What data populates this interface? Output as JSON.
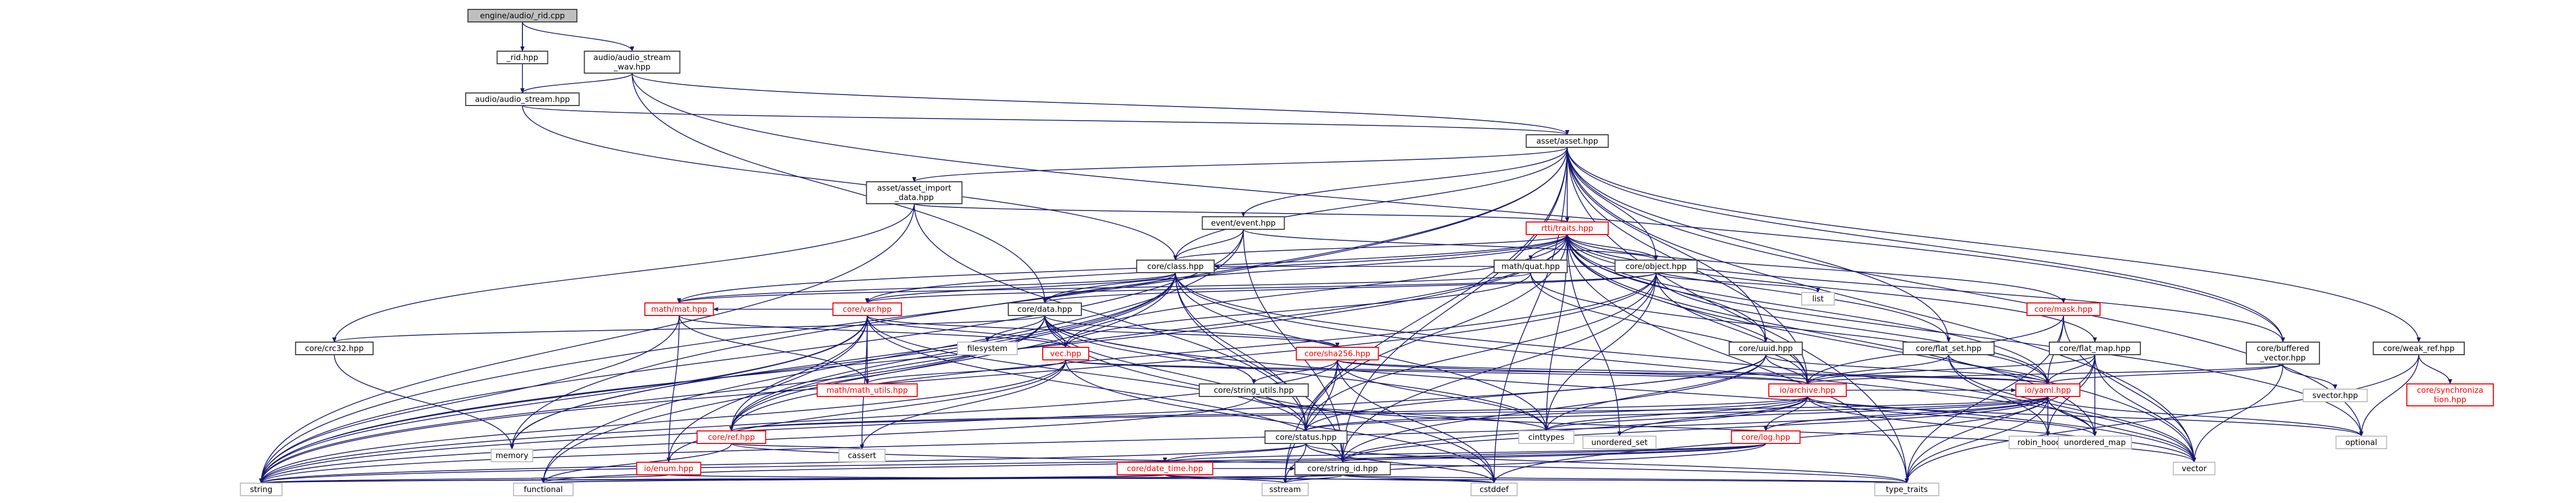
{
  "diagram": {
    "type": "include-dependency-graph",
    "colors": {
      "edge": "#191970",
      "node_border": "#404040",
      "root_fill": "#bfbfbf",
      "link_red": "#ff0000",
      "background": "#ffffff"
    },
    "nodes": [
      {
        "id": "root",
        "label": "engine/audio/_rid.cpp",
        "style": "root"
      },
      {
        "id": "rid",
        "label": "_rid.hpp",
        "style": "normal"
      },
      {
        "id": "wav",
        "label": "audio/audio_stream_wav.hpp",
        "style": "normal"
      },
      {
        "id": "stream",
        "label": "audio/audio_stream.hpp",
        "style": "normal"
      },
      {
        "id": "asset",
        "label": "asset/asset.hpp",
        "style": "normal"
      },
      {
        "id": "importdata",
        "label": "asset/asset_import_data.hpp",
        "style": "normal"
      },
      {
        "id": "event",
        "label": "event/event.hpp",
        "style": "normal"
      },
      {
        "id": "traits",
        "label": "rtti/traits.hpp",
        "style": "red"
      },
      {
        "id": "quat",
        "label": "math/quat.hpp",
        "style": "normal"
      },
      {
        "id": "object",
        "label": "core/object.hpp",
        "style": "normal"
      },
      {
        "id": "class",
        "label": "core/class.hpp",
        "style": "normal"
      },
      {
        "id": "data",
        "label": "core/data.hpp",
        "style": "normal"
      },
      {
        "id": "vararg",
        "label": "core/var.hpp",
        "style": "red"
      },
      {
        "id": "mat",
        "label": "math/mat.hpp",
        "style": "red"
      },
      {
        "id": "crc32",
        "label": "core/crc32.hpp",
        "style": "normal"
      },
      {
        "id": "vec",
        "label": "vec.hpp",
        "style": "red"
      },
      {
        "id": "mathutils",
        "label": "math/math_utils.hpp",
        "style": "red"
      },
      {
        "id": "sha",
        "label": "core/sha256.hpp",
        "style": "red"
      },
      {
        "id": "strutils",
        "label": "core/string_utils.hpp",
        "style": "normal"
      },
      {
        "id": "filesystem",
        "label": "filesystem",
        "style": "plain"
      },
      {
        "id": "uuid",
        "label": "core/uuid.hpp",
        "style": "normal"
      },
      {
        "id": "flatset",
        "label": "core/flat_set.hpp",
        "style": "normal"
      },
      {
        "id": "flatmap",
        "label": "core/flat_map.hpp",
        "style": "normal"
      },
      {
        "id": "mask",
        "label": "core/mask.hpp",
        "style": "red"
      },
      {
        "id": "list",
        "label": "list",
        "style": "plain"
      },
      {
        "id": "bufvec",
        "label": "core/buffered_vector.hpp",
        "style": "normal"
      },
      {
        "id": "svector",
        "label": "svector.hpp",
        "style": "plain"
      },
      {
        "id": "archive",
        "label": "io/archive.hpp",
        "style": "red"
      },
      {
        "id": "ioyaml",
        "label": "io/yaml.hpp",
        "style": "red"
      },
      {
        "id": "ref",
        "label": "core/ref.hpp",
        "style": "red"
      },
      {
        "id": "status",
        "label": "core/status.hpp",
        "style": "normal"
      },
      {
        "id": "log",
        "label": "core/log.hpp",
        "style": "red"
      },
      {
        "id": "enum",
        "label": "io/enum.hpp",
        "style": "red"
      },
      {
        "id": "datetime",
        "label": "core/date_time.hpp",
        "style": "red"
      },
      {
        "id": "strid",
        "label": "core/string_id.hpp",
        "style": "normal"
      },
      {
        "id": "robin",
        "label": "robin_hood.hpp",
        "style": "plain"
      },
      {
        "id": "weakref",
        "label": "core/weak_ref.hpp",
        "style": "normal"
      },
      {
        "id": "sync",
        "label": "core/synchronization.hpp",
        "style": "red"
      },
      {
        "id": "cinttypes",
        "label": "cinttypes",
        "style": "plain"
      },
      {
        "id": "memory",
        "label": "memory",
        "style": "plain"
      },
      {
        "id": "cassert",
        "label": "cassert",
        "style": "plain"
      },
      {
        "id": "unordered_set",
        "label": "unordered_set",
        "style": "plain"
      },
      {
        "id": "unordered_map",
        "label": "unordered_map",
        "style": "plain"
      },
      {
        "id": "optional",
        "label": "optional",
        "style": "plain"
      },
      {
        "id": "vector",
        "label": "vector",
        "style": "plain"
      },
      {
        "id": "string",
        "label": "string",
        "style": "plain"
      },
      {
        "id": "functional",
        "label": "functional",
        "style": "plain"
      },
      {
        "id": "sstream",
        "label": "sstream",
        "style": "plain"
      },
      {
        "id": "cstddef",
        "label": "cstddef",
        "style": "plain"
      },
      {
        "id": "type_traits",
        "label": "type_traits",
        "style": "plain"
      }
    ],
    "edges": [
      [
        "root",
        "rid"
      ],
      [
        "root",
        "wav"
      ],
      [
        "root",
        "stream"
      ],
      [
        "wav",
        "stream"
      ],
      [
        "wav",
        "asset"
      ],
      [
        "wav",
        "data"
      ],
      [
        "wav",
        "bufvec"
      ],
      [
        "stream",
        "asset"
      ],
      [
        "stream",
        "class"
      ],
      [
        "asset",
        "importdata"
      ],
      [
        "asset",
        "event"
      ],
      [
        "asset",
        "traits"
      ],
      [
        "asset",
        "object"
      ],
      [
        "asset",
        "class"
      ],
      [
        "asset",
        "uuid"
      ],
      [
        "asset",
        "flatset"
      ],
      [
        "asset",
        "bufvec"
      ],
      [
        "asset",
        "weakref"
      ],
      [
        "asset",
        "string"
      ],
      [
        "asset",
        "strid"
      ],
      [
        "asset",
        "sstream"
      ],
      [
        "asset",
        "type_traits"
      ],
      [
        "asset",
        "vector"
      ],
      [
        "asset",
        "optional"
      ],
      [
        "asset",
        "memory"
      ],
      [
        "asset",
        "cstddef"
      ],
      [
        "asset",
        "archive"
      ],
      [
        "importdata",
        "traits"
      ],
      [
        "importdata",
        "crc32"
      ],
      [
        "importdata",
        "string"
      ],
      [
        "importdata",
        "status"
      ],
      [
        "event",
        "class"
      ],
      [
        "event",
        "object"
      ],
      [
        "event",
        "strid"
      ],
      [
        "event",
        "string"
      ],
      [
        "event",
        "functional"
      ],
      [
        "traits",
        "quat"
      ],
      [
        "traits",
        "object"
      ],
      [
        "traits",
        "class"
      ],
      [
        "traits",
        "data"
      ],
      [
        "traits",
        "vararg"
      ],
      [
        "traits",
        "mat"
      ],
      [
        "traits",
        "vec"
      ],
      [
        "traits",
        "uuid"
      ],
      [
        "traits",
        "flatset"
      ],
      [
        "traits",
        "flatmap"
      ],
      [
        "traits",
        "mask"
      ],
      [
        "traits",
        "bufvec"
      ],
      [
        "traits",
        "archive"
      ],
      [
        "traits",
        "ioyaml"
      ],
      [
        "traits",
        "ref"
      ],
      [
        "traits",
        "status"
      ],
      [
        "traits",
        "string"
      ],
      [
        "traits",
        "vector"
      ],
      [
        "traits",
        "optional"
      ],
      [
        "traits",
        "cinttypes"
      ],
      [
        "traits",
        "unordered_map"
      ],
      [
        "traits",
        "unordered_set"
      ],
      [
        "traits",
        "type_traits"
      ],
      [
        "quat",
        "vec"
      ],
      [
        "quat",
        "mat"
      ],
      [
        "quat",
        "ioyaml"
      ],
      [
        "quat",
        "archive"
      ],
      [
        "object",
        "class"
      ],
      [
        "object",
        "ref"
      ],
      [
        "object",
        "data"
      ],
      [
        "object",
        "vararg"
      ],
      [
        "object",
        "list"
      ],
      [
        "object",
        "string"
      ],
      [
        "object",
        "strid"
      ],
      [
        "object",
        "archive"
      ],
      [
        "object",
        "ioyaml"
      ],
      [
        "object",
        "status"
      ],
      [
        "object",
        "cinttypes"
      ],
      [
        "class",
        "data"
      ],
      [
        "class",
        "vararg"
      ],
      [
        "class",
        "mat"
      ],
      [
        "class",
        "ref"
      ],
      [
        "class",
        "status"
      ],
      [
        "class",
        "strid"
      ],
      [
        "class",
        "string"
      ],
      [
        "class",
        "vector"
      ],
      [
        "class",
        "memory"
      ],
      [
        "class",
        "cinttypes"
      ],
      [
        "class",
        "unordered_map"
      ],
      [
        "class",
        "functional"
      ],
      [
        "data",
        "crc32"
      ],
      [
        "data",
        "sha"
      ],
      [
        "data",
        "strutils"
      ],
      [
        "data",
        "filesystem"
      ],
      [
        "data",
        "vec"
      ],
      [
        "data",
        "ref"
      ],
      [
        "data",
        "status"
      ],
      [
        "data",
        "string"
      ],
      [
        "data",
        "cinttypes"
      ],
      [
        "data",
        "cstddef"
      ],
      [
        "data",
        "vector"
      ],
      [
        "vararg",
        "vec"
      ],
      [
        "vararg",
        "mat"
      ],
      [
        "vararg",
        "mathutils"
      ],
      [
        "vararg",
        "sha"
      ],
      [
        "vararg",
        "ref"
      ],
      [
        "vararg",
        "status"
      ],
      [
        "vararg",
        "strid"
      ],
      [
        "vararg",
        "string"
      ],
      [
        "vararg",
        "memory"
      ],
      [
        "vararg",
        "cassert"
      ],
      [
        "vararg",
        "enum"
      ],
      [
        "mat",
        "vec"
      ],
      [
        "mat",
        "mathutils"
      ],
      [
        "mat",
        "enum"
      ],
      [
        "mat",
        "string"
      ],
      [
        "crc32",
        "memory"
      ],
      [
        "vec",
        "mathutils"
      ],
      [
        "vec",
        "enum"
      ],
      [
        "vec",
        "ioyaml"
      ],
      [
        "vec",
        "archive"
      ],
      [
        "vec",
        "string"
      ],
      [
        "vec",
        "cstddef"
      ],
      [
        "vec",
        "cassert"
      ],
      [
        "sha",
        "strutils"
      ],
      [
        "sha",
        "archive"
      ],
      [
        "sha",
        "ioyaml"
      ],
      [
        "sha",
        "status"
      ],
      [
        "sha",
        "string"
      ],
      [
        "sha",
        "cinttypes"
      ],
      [
        "sha",
        "cstddef"
      ],
      [
        "sha",
        "sstream"
      ],
      [
        "strutils",
        "string"
      ],
      [
        "strutils",
        "vector"
      ],
      [
        "strutils",
        "cinttypes"
      ],
      [
        "uuid",
        "archive"
      ],
      [
        "uuid",
        "ioyaml"
      ],
      [
        "uuid",
        "status"
      ],
      [
        "uuid",
        "string"
      ],
      [
        "uuid",
        "cinttypes"
      ],
      [
        "uuid",
        "strid"
      ],
      [
        "flatset",
        "vector"
      ],
      [
        "flatset",
        "archive"
      ],
      [
        "flatset",
        "ioyaml"
      ],
      [
        "flatset",
        "robin"
      ],
      [
        "flatmap",
        "ioyaml"
      ],
      [
        "flatmap",
        "archive"
      ],
      [
        "flatmap",
        "unordered_map"
      ],
      [
        "flatmap",
        "type_traits"
      ],
      [
        "flatmap",
        "robin"
      ],
      [
        "flatmap",
        "vector"
      ],
      [
        "mask",
        "ioyaml"
      ],
      [
        "mask",
        "archive"
      ],
      [
        "mask",
        "type_traits"
      ],
      [
        "mask",
        "vector"
      ],
      [
        "bufvec",
        "svector"
      ],
      [
        "bufvec",
        "vector"
      ],
      [
        "bufvec",
        "archive"
      ],
      [
        "bufvec",
        "ioyaml"
      ],
      [
        "archive",
        "ioyaml"
      ],
      [
        "archive",
        "ref"
      ],
      [
        "archive",
        "status"
      ],
      [
        "archive",
        "log"
      ],
      [
        "archive",
        "strid"
      ],
      [
        "archive",
        "cinttypes"
      ],
      [
        "archive",
        "unordered_set"
      ],
      [
        "archive",
        "unordered_map"
      ],
      [
        "archive",
        "optional"
      ],
      [
        "archive",
        "vector"
      ],
      [
        "ioyaml",
        "ref"
      ],
      [
        "ioyaml",
        "status"
      ],
      [
        "ioyaml",
        "log"
      ],
      [
        "ioyaml",
        "strid"
      ],
      [
        "ioyaml",
        "robin"
      ],
      [
        "ioyaml",
        "unordered_map"
      ],
      [
        "ioyaml",
        "optional"
      ],
      [
        "ioyaml",
        "vector"
      ],
      [
        "ioyaml",
        "type_traits"
      ],
      [
        "ioyaml",
        "cstddef"
      ],
      [
        "ioyaml",
        "string"
      ],
      [
        "ioyaml",
        "cinttypes"
      ],
      [
        "ref",
        "cassert"
      ],
      [
        "ref",
        "functional"
      ],
      [
        "ref",
        "type_traits"
      ],
      [
        "status",
        "datetime"
      ],
      [
        "status",
        "strid"
      ],
      [
        "status",
        "string"
      ],
      [
        "status",
        "cstddef"
      ],
      [
        "status",
        "type_traits"
      ],
      [
        "status",
        "sstream"
      ],
      [
        "log",
        "datetime"
      ],
      [
        "log",
        "strid"
      ],
      [
        "log",
        "sstream"
      ],
      [
        "log",
        "functional"
      ],
      [
        "log",
        "string"
      ],
      [
        "enum",
        "string"
      ],
      [
        "enum",
        "type_traits"
      ],
      [
        "datetime",
        "strid"
      ],
      [
        "datetime",
        "string"
      ],
      [
        "datetime",
        "sstream"
      ],
      [
        "datetime",
        "cstddef"
      ],
      [
        "datetime",
        "functional"
      ],
      [
        "strid",
        "string"
      ],
      [
        "strid",
        "sstream"
      ],
      [
        "strid",
        "cstddef"
      ],
      [
        "strid",
        "functional"
      ],
      [
        "strid",
        "type_traits"
      ],
      [
        "weakref",
        "sync"
      ],
      [
        "weakref",
        "optional"
      ],
      [
        "weakref",
        "type_traits"
      ]
    ]
  }
}
